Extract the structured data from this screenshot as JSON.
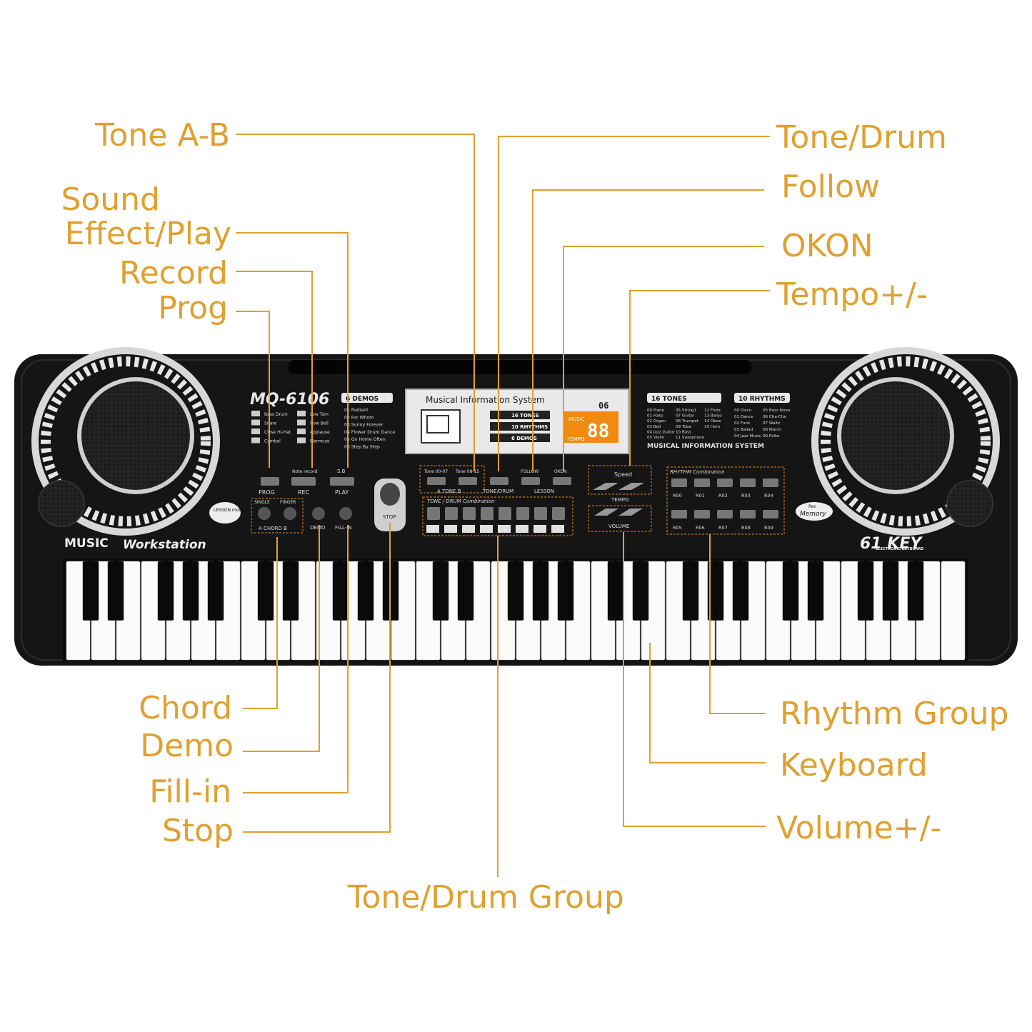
{
  "colors": {
    "callout": "#e0a030",
    "leader": "#e0a030",
    "body": "#141414",
    "lcd_accent": "#f08a10",
    "panel_text": "#dddddd",
    "dashed_box": "#e08a30"
  },
  "keyboard": {
    "model": "MQ-6106",
    "brand_bold": "MUSIC",
    "brand_italic": "Workstation",
    "key_count": "61 KEY",
    "key_caption": "ELECTRONIC KEYBOARD",
    "white_key_count": 36,
    "rec_badge": "Rec",
    "memory_badge": "Memory",
    "lesson_badge": "LESSON mode",
    "demos_header": "6 DEMOS",
    "demos": [
      "01 Radiant",
      "02 For Whom",
      "03 Sunny Forever",
      "04 Flower Drum Dance",
      "05 Go Home Often",
      "06 Step By Step"
    ],
    "sound_effects": [
      "Bass Drum",
      "Snare",
      "Close Hi-Hat",
      "Cymbal",
      "Low Tom",
      "Cow Bell",
      "Applause",
      "Marmcas"
    ],
    "lcd": {
      "title": "Musical Information System",
      "badges": [
        "16 TONES",
        "10 RHYTHMS",
        "6 DEMOS"
      ],
      "readout_small": "06",
      "readout_big": "88",
      "music_label": "MUSIC",
      "tempo_label": "TEMPO"
    },
    "tones_header": "16 TONES",
    "tones": [
      "00 Piano",
      "01 Harp",
      "02 Organ",
      "03 Bell",
      "04 Jazz Guitar",
      "05 Violin",
      "06 String1",
      "07 Guitar",
      "08 Trumpet",
      "09 Tuba",
      "10 Bass",
      "11 Saxophone",
      "12 Flute",
      "13 Banjo",
      "14 Oboe",
      "15 Horn"
    ],
    "rhythms_header": "10 RHYTHMS",
    "rhythms": [
      "00 Disco",
      "01 Dance",
      "02 Funk",
      "03 Ballad",
      "04 Jazz Music",
      "05 Boss Nova",
      "06 Cha-Cha",
      "07 Waltz",
      "08 March",
      "09 Polka"
    ],
    "info_footer": "MUSICAL INFORMATION SYSTEM",
    "button_labels": {
      "prog": "PROG",
      "rec": "REC",
      "play": "PLAY",
      "note_record": "Note record",
      "sb": "S.B",
      "tone_a": "Tone 00-07",
      "tone_b": "Tone 08-15",
      "tone": "A TONE B",
      "tone_drum": "TONE/DRUM",
      "follow": "FOLLOW",
      "okon": "OKON",
      "lesson": "LESSON",
      "speed": "Speed",
      "tempo": "TEMPO",
      "volume": "VOLUME",
      "stop": "STOP",
      "single": "SINGLE",
      "finger": "FINGER",
      "chord": "A CHORD B",
      "demo": "DEMO",
      "fill_in": "FILL-IN",
      "tone_drum_combination": "TONE / DRUM Combination",
      "rhythm_combination": "RHYTHM Combination"
    },
    "rhythm_pads_top": [
      "R00",
      "R01",
      "R02",
      "R03",
      "R04"
    ],
    "rhythm_pads_bottom": [
      "R05",
      "R06",
      "R07",
      "R08",
      "R09"
    ]
  },
  "callouts": {
    "left": {
      "tone_ab": "Tone A-B",
      "sound_effect_1": "Sound",
      "sound_effect_2": "Effect/Play",
      "record": "Record",
      "prog": "Prog",
      "chord": "Chord",
      "demo": "Demo",
      "fill_in": "Fill-in",
      "stop": "Stop"
    },
    "right": {
      "tone_drum": "Tone/Drum",
      "follow": "Follow",
      "okon": "OKON",
      "tempo": "Tempo+/-",
      "rhythm_group": "Rhythm Group",
      "keyboard": "Keyboard",
      "volume": "Volume+/-"
    },
    "bottom": {
      "tone_drum_group": "Tone/Drum Group"
    }
  }
}
